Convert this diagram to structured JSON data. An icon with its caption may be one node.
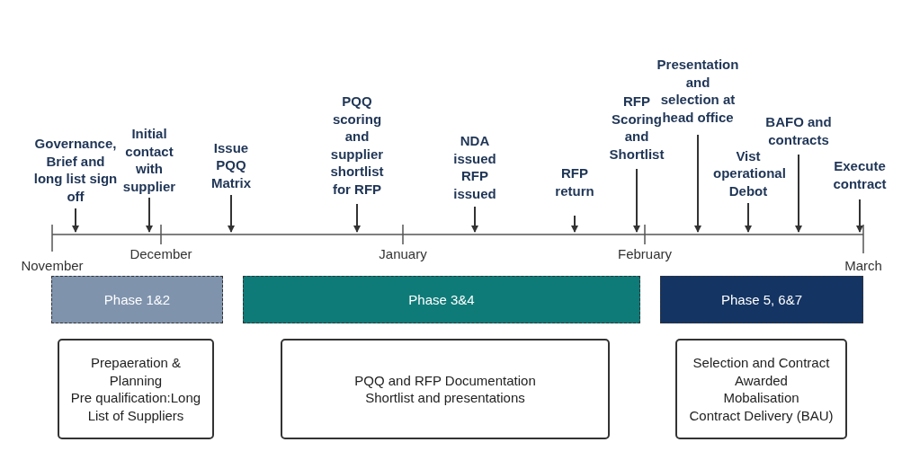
{
  "diagram": {
    "nodes": [
      {
        "text": [
          "Governance, Brief and long list sign off"
        ]
      },
      {
        "text": [
          "Initial contact with supplier"
        ]
      },
      {
        "text": [
          "Issue PQQ Matrix"
        ]
      },
      {
        "text": [
          "PQQ scoring and supplier shortlist for RFP"
        ]
      },
      {
        "text": [
          "NDA issued RFP issued"
        ]
      },
      {
        "text": [
          "RFP return"
        ]
      },
      {
        "text": [
          "RFP Scoring and Shortlist"
        ]
      },
      {
        "text": [
          "Presentation and selection at head office"
        ]
      },
      {
        "text": [
          "Vist operational Debot"
        ]
      },
      {
        "text": [
          "BAFO and contracts"
        ]
      },
      {
        "text": [
          "Execute contract"
        ]
      },
      {
        "text": [
          "Phase 1&2"
        ]
      },
      {
        "text": [
          "Phase 3&4"
        ]
      },
      {
        "text": [
          "Phase 5, 6&7"
        ]
      },
      {
        "text": [
          "Prepaeration & Planning",
          "Pre qualification:Long List of Suppliers"
        ]
      },
      {
        "text": [
          "PQQ and RFP Documentation",
          "Shortlist and presentations"
        ]
      },
      {
        "text": [
          "Selection and Contract Awarded",
          "Mobalisation",
          "Contract Delivery (BAU)"
        ]
      }
    ],
    "edges": [
      {
        "from": 0,
        "to": null,
        "arrow": "to"
      },
      {
        "from": 1,
        "to": null,
        "arrow": "to"
      },
      {
        "from": 2,
        "to": null,
        "arrow": "to"
      },
      {
        "from": 3,
        "to": null,
        "arrow": "to"
      },
      {
        "from": 4,
        "to": null,
        "arrow": "to"
      },
      {
        "from": 5,
        "to": null,
        "arrow": "to"
      },
      {
        "from": 6,
        "to": null,
        "arrow": "to"
      },
      {
        "from": 7,
        "to": null,
        "arrow": "to"
      },
      {
        "from": 8,
        "to": null,
        "arrow": "to"
      },
      {
        "from": 9,
        "to": null,
        "arrow": "to"
      },
      {
        "from": 10,
        "to": null,
        "arrow": "to"
      }
    ],
    "labels": [
      "November",
      "December",
      "January",
      "February",
      "March"
    ]
  }
}
